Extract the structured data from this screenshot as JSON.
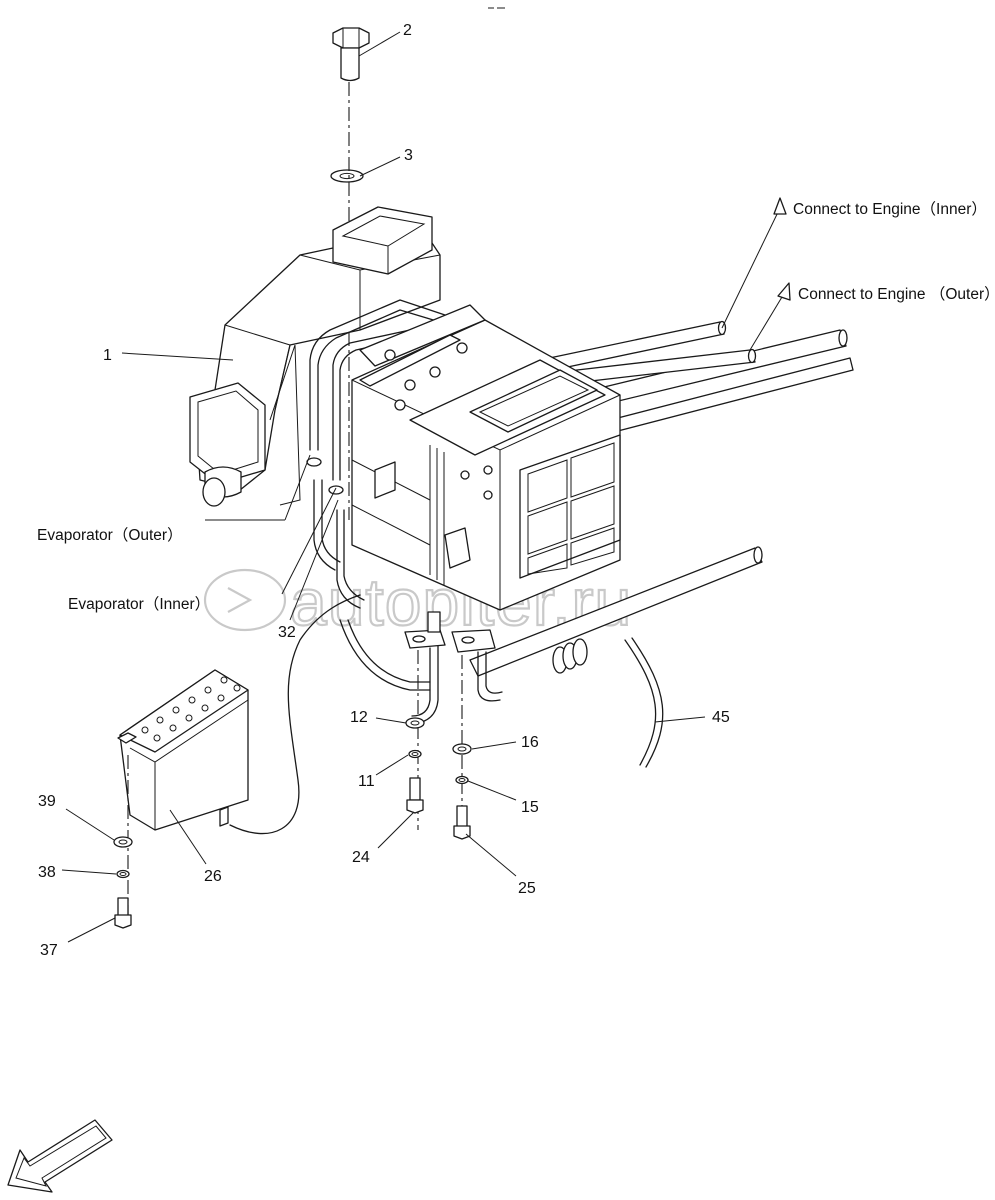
{
  "callouts": {
    "c1": "1",
    "c2": "2",
    "c3": "3",
    "c11": "11",
    "c12": "12",
    "c15": "15",
    "c16": "16",
    "c24": "24",
    "c25": "25",
    "c26": "26",
    "c32": "32",
    "c37": "37",
    "c38": "38",
    "c39": "39",
    "c45": "45"
  },
  "labels": {
    "engine_inner": "Connect to Engine（Inner）",
    "engine_outer": "Connect to Engine （Outer）",
    "evap_outer": "Evaporator（Outer）",
    "evap_inner": "Evaporator（Inner）"
  },
  "watermark": {
    "text": "autopiter.ru",
    "color": "#c9c9c9"
  }
}
